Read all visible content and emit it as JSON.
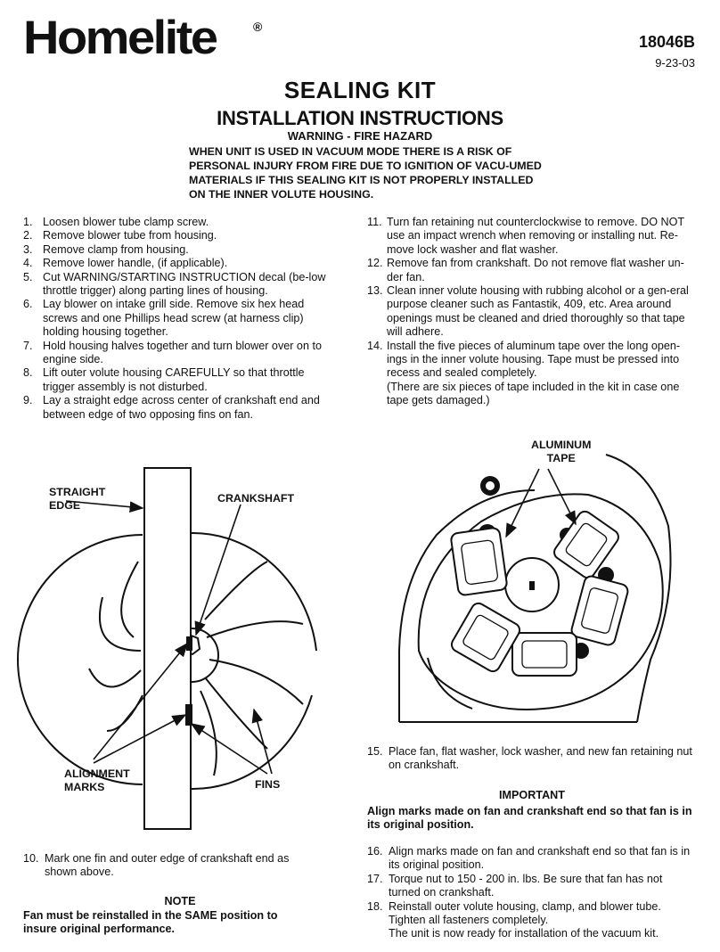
{
  "header": {
    "brand": "Homelite",
    "registered_mark": "®",
    "doc_number": "18046B",
    "doc_date": "9-23-03"
  },
  "title": {
    "main": "SEALING KIT",
    "sub": "INSTALLATION INSTRUCTIONS",
    "warning_head": "WARNING - FIRE HAZARD",
    "warning_body": "WHEN UNIT IS USED IN VACUUM MODE THERE IS A RISK OF PERSONAL INJURY FROM FIRE DUE TO IGNITION OF VACU-UMED MATERIALS IF THIS SEALING KIT IS NOT PROPERLY INSTALLED ON THE INNER VOLUTE HOUSING."
  },
  "steps_left": [
    {
      "num": "1.",
      "text": "Loosen blower tube clamp screw."
    },
    {
      "num": "2.",
      "text": "Remove blower tube from housing."
    },
    {
      "num": "3.",
      "text": "Remove clamp from housing."
    },
    {
      "num": "4.",
      "text": "Remove lower handle, (if applicable)."
    },
    {
      "num": "5.",
      "text": "Cut WARNING/STARTING INSTRUCTION decal (be-low throttle trigger) along parting lines of housing."
    },
    {
      "num": "6.",
      "text": "Lay blower on intake grill side. Remove six hex head screws and one Phillips head screw (at harness clip) holding housing together."
    },
    {
      "num": "7.",
      "text": "Hold housing halves together and turn blower over on to engine side."
    },
    {
      "num": "8.",
      "text": "Lift outer volute housing CAREFULLY so that throttle trigger assembly is not disturbed."
    },
    {
      "num": "9.",
      "text": "Lay a straight edge across center of crankshaft end and between edge of two opposing fins on fan."
    }
  ],
  "steps_right": [
    {
      "num": "11.",
      "text": "Turn fan retaining nut counterclockwise to remove. DO NOT use an impact wrench when removing or installing nut. Re-move lock washer and flat washer."
    },
    {
      "num": "12.",
      "text": "Remove fan from crankshaft. Do not remove flat washer un-der fan."
    },
    {
      "num": "13.",
      "text": "Clean inner volute housing with rubbing alcohol or a gen-eral purpose cleaner such as Fantastik, 409, etc. Area around openings must be cleaned and dried thoroughly so that tape will adhere."
    },
    {
      "num": "14.",
      "text": "Install the five pieces of aluminum tape over the long open-ings in the inner volute housing. Tape must be pressed into recess and sealed completely.",
      "extra": "(There are six pieces of tape included in the kit in case one tape gets damaged.)"
    }
  ],
  "figure_left": {
    "labels": {
      "straight_edge_1": "STRAIGHT",
      "straight_edge_2": "EDGE",
      "crankshaft": "CRANKSHAFT",
      "alignment_1": "ALIGNMENT",
      "alignment_2": "MARKS",
      "fins": "FINS"
    }
  },
  "figure_right": {
    "labels": {
      "aluminum_1": "ALUMINUM",
      "aluminum_2": "TAPE"
    }
  },
  "step10": {
    "num": "10.",
    "text": "Mark one fin and outer edge of crankshaft end as shown above."
  },
  "note": {
    "head": "NOTE",
    "body": "Fan must be reinstalled in the SAME position to insure original performance."
  },
  "step15": {
    "num": "15.",
    "text": "Place fan, flat washer, lock washer, and new fan retaining nut on crankshaft."
  },
  "important": {
    "head": "IMPORTANT",
    "body": "Align marks made on fan and crankshaft end so that fan is in its original position."
  },
  "steps_final": [
    {
      "num": "16.",
      "text": "Align marks made on fan and crankshaft end so that fan is in its original position."
    },
    {
      "num": "17.",
      "text": "Torque nut to 150 - 200 in. lbs. Be sure that fan has not turned on crankshaft."
    },
    {
      "num": "18.",
      "text": "Reinstall outer volute housing, clamp, and blower tube. Tighten all fasteners completely.",
      "extra": "The unit is now ready for installation of the vacuum kit."
    }
  ]
}
